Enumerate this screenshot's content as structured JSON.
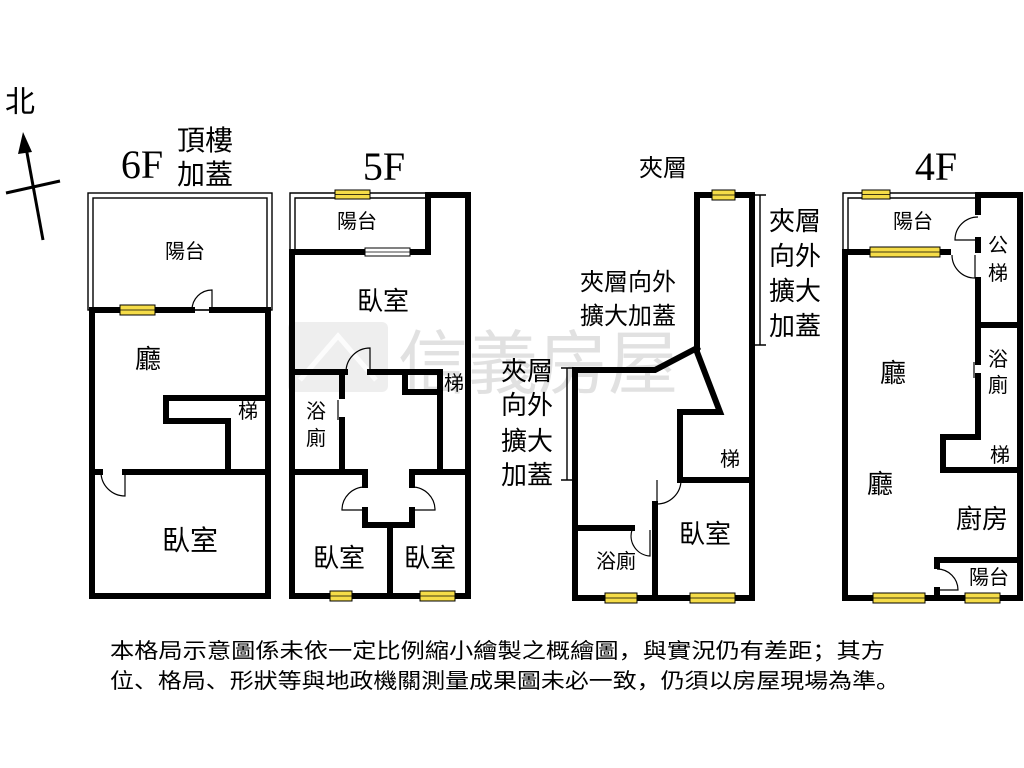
{
  "compass": {
    "north_label": "北"
  },
  "floor_6f": {
    "title": "6F",
    "note_line1": "頂樓",
    "note_line2": "加蓋",
    "balcony": "陽台",
    "living_room": "廳",
    "stairs": "梯",
    "bedroom": "臥室"
  },
  "floor_5f": {
    "title": "5F",
    "balcony": "陽台",
    "bedroom_main": "臥室",
    "bathroom_line1": "浴",
    "bathroom_line2": "廁",
    "stairs": "梯",
    "bedroom_left": "臥室",
    "bedroom_right": "臥室"
  },
  "mezzanine": {
    "title": "夾層",
    "extension_note_line1": "夾層向外",
    "extension_note_line2": "擴大加蓋",
    "right_note": [
      "夾層",
      "向外",
      "擴大",
      "加蓋"
    ],
    "left_note": [
      "夾層",
      "向外",
      "擴大",
      "加蓋"
    ],
    "stairs": "梯",
    "bathroom": "浴廁",
    "bedroom": "臥室"
  },
  "floor_4f": {
    "title": "4F",
    "balcony_front": "陽台",
    "public_stairs_line1": "公",
    "public_stairs_line2": "梯",
    "living_room_upper": "廳",
    "living_room_lower": "廳",
    "bathroom_line1": "浴",
    "bathroom_line2": "廁",
    "stairs": "梯",
    "kitchen": "廚房",
    "balcony_back": "陽台"
  },
  "disclaimer": {
    "line1": "本格局示意圖係未依一定比例縮小繪製之概繪圖，與實況仍有差距；其方",
    "line2": "位、格局、形狀等與地政機關測量成果圖未必一致，仍須以房屋現場為準。"
  },
  "watermark": {
    "brand": "信義房屋"
  },
  "colors": {
    "wall": "#000000",
    "window": "#f5dc48",
    "background": "#ffffff"
  }
}
